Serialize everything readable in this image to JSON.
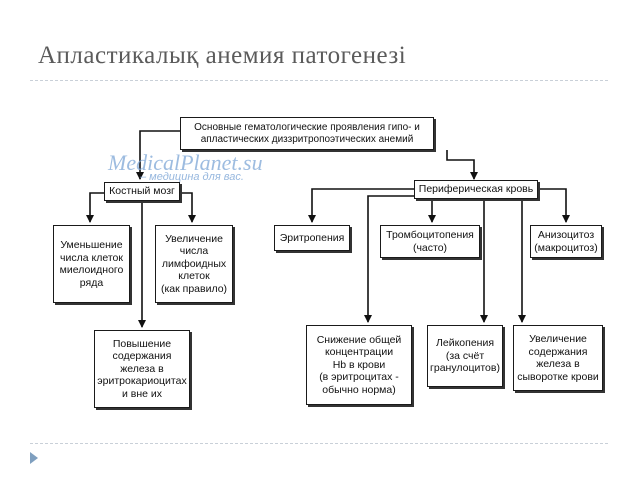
{
  "slide": {
    "title": "Апластикалық анемия патогенезі"
  },
  "watermark": {
    "text": "MedicalPlanet.su",
    "subtext": "– медицина для вас."
  },
  "diagram": {
    "root": "Основные гематологические проявления гипо- и апластических диззритропоэтических анемий",
    "bone_marrow": "Костный мозг",
    "peripheral_blood": "Периферическая кровь",
    "myeloid_decrease": "Уменьшение\nчисла клеток\nмиелоидного\nряда",
    "lymphoid_increase": "Увеличение\nчисла\nлимфоидных\nклеток\n(как правило)",
    "iron_erythrokaryocytes": "Повышение\nсодержания\nжелеза в\nэритрокариоцитах\nи вне их",
    "erythropenia": "Эритропения",
    "thrombocytopenia": "Тромбоцитопения\n(часто)",
    "anisocytosis": "Анизоцитоз\n(макроцитоз)",
    "hb_decrease": "Снижение общей\nконцентрации\nHb в крови\n(в эритроцитах -\nобычно норма)",
    "leukopenia": "Лейкопения\n(за счёт\nгранулоцитов)",
    "serum_iron": "Увеличение\nсодержания\nжелеза в\nсыворотке крови"
  }
}
